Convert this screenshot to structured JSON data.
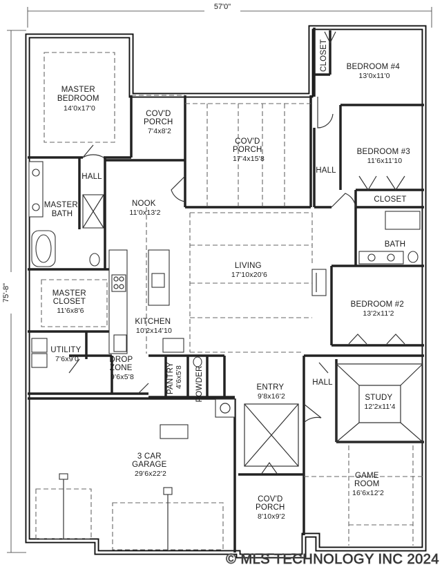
{
  "plan": {
    "overall_width": "57'0\"",
    "overall_depth": "75'-8\"",
    "watermark": "© MLS TECHNOLOGY INC 2024"
  },
  "rooms": {
    "master_bedroom": {
      "name": [
        "MASTER",
        "BEDROOM"
      ],
      "dim": "14'0x17'0"
    },
    "covd_porch_small": {
      "name": [
        "COV'D",
        "PORCH"
      ],
      "dim": "7'4x8'2"
    },
    "covd_porch_rear": {
      "name": [
        "COV'D",
        "PORCH"
      ],
      "dim": "17'4x15'8"
    },
    "closet_top": {
      "name": "CLOSET"
    },
    "bedroom4": {
      "name": "BEDROOM #4",
      "dim": "13'0x11'0"
    },
    "bedroom3": {
      "name": "BEDROOM #3",
      "dim": "11'6x11'10"
    },
    "closet_b3": {
      "name": "CLOSET"
    },
    "hall_master": {
      "name": "HALL"
    },
    "hall_right": {
      "name": "HALL"
    },
    "master_bath": {
      "name": [
        "MASTER",
        "BATH"
      ]
    },
    "nook": {
      "name": "NOOK",
      "dim": "11'0x13'2"
    },
    "bath": {
      "name": "BATH"
    },
    "living": {
      "name": "LIVING",
      "dim": "17'10x20'6"
    },
    "master_closet": {
      "name": [
        "MASTER",
        "CLOSET"
      ],
      "dim": "11'6x8'6"
    },
    "bedroom2": {
      "name": "BEDROOM #2",
      "dim": "13'2x11'2"
    },
    "kitchen": {
      "name": "KITCHEN",
      "dim": "10'2x14'10"
    },
    "utility": {
      "name": "UTILITY",
      "dim": "7'6x9'0"
    },
    "drop_zone": {
      "name": [
        "DROP",
        "ZONE"
      ],
      "dim": "9'6x5'8"
    },
    "pantry": {
      "name": "PANTRY",
      "dim": "4'6x5'8"
    },
    "powder": {
      "name": "POWDER"
    },
    "entry": {
      "name": "ENTRY",
      "dim": "9'8x16'2"
    },
    "hall_entry": {
      "name": "HALL"
    },
    "study": {
      "name": "STUDY",
      "dim": "12'2x11'4"
    },
    "garage": {
      "name": [
        "3 CAR",
        "GARAGE"
      ],
      "dim": "29'6x22'2"
    },
    "game_room": {
      "name": [
        "GAME",
        "ROOM"
      ],
      "dim": "16'6x12'2"
    },
    "covd_porch_front": {
      "name": [
        "COV'D",
        "PORCH"
      ],
      "dim": "8'10x9'2"
    }
  }
}
